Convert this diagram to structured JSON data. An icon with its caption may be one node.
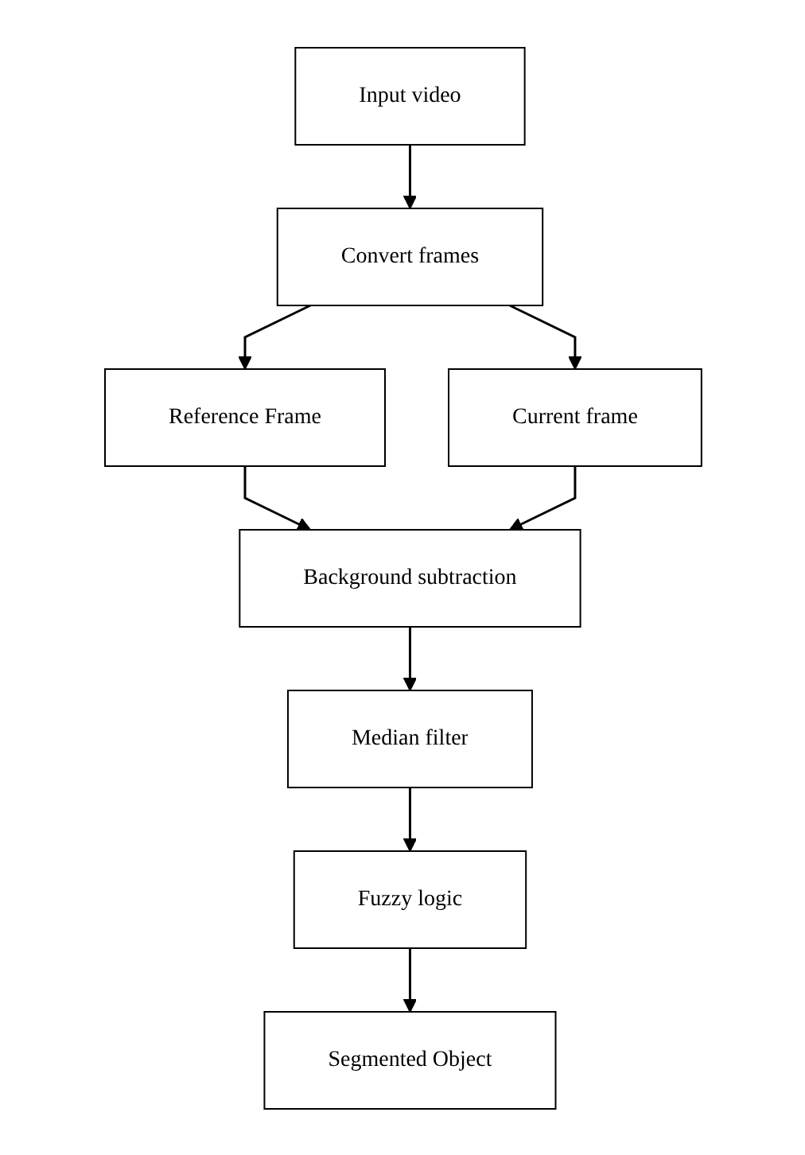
{
  "diagram": {
    "nodes": [
      {
        "text": [
          "Input video"
        ]
      },
      {
        "text": [
          "Convert frames"
        ]
      },
      {
        "text": [
          "Reference Frame"
        ]
      },
      {
        "text": [
          "Current frame"
        ]
      },
      {
        "text": [
          "Background subtraction"
        ]
      },
      {
        "text": [
          "Median filter"
        ]
      },
      {
        "text": [
          "Fuzzy logic"
        ]
      },
      {
        "text": [
          "Segmented Object"
        ]
      }
    ],
    "edges": [
      {
        "from": 0,
        "to": 1,
        "arrow": "to"
      },
      {
        "from": 1,
        "to": 2,
        "arrow": "to"
      },
      {
        "from": 1,
        "to": 3,
        "arrow": "to"
      },
      {
        "from": 2,
        "to": 4,
        "arrow": "to"
      },
      {
        "from": 3,
        "to": 4,
        "arrow": "to"
      },
      {
        "from": 4,
        "to": 5,
        "arrow": "to"
      },
      {
        "from": 5,
        "to": 6,
        "arrow": "to"
      },
      {
        "from": 6,
        "to": 7,
        "arrow": "to"
      }
    ]
  }
}
